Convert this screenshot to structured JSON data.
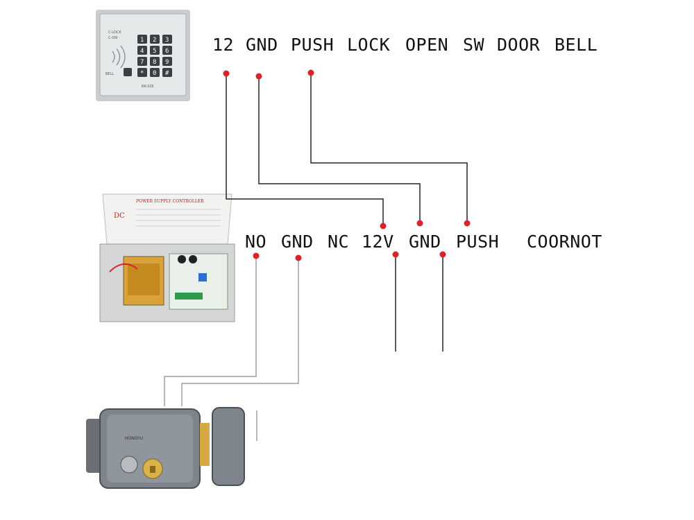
{
  "keypad": {
    "terminals": [
      "12",
      "GND",
      "PUSH",
      "LOCK",
      "OPEN",
      "SW",
      "DOOR",
      "BELL"
    ],
    "leds": [
      "C-LOCK",
      "C-ON"
    ],
    "keys": [
      "1",
      "2",
      "3",
      "4",
      "5",
      "6",
      "7",
      "8",
      "9",
      "*",
      "0",
      "#"
    ],
    "bell_label": "BELL",
    "model": "RK-105"
  },
  "power_supply": {
    "title": "POWER SUPPLY CONTROLLER",
    "logo": "DC",
    "terminals": [
      "NO",
      "GND",
      "NC",
      "12V",
      "GND",
      "PUSH",
      "COORNOT"
    ]
  },
  "lock": {
    "brand": "HONGYU"
  },
  "colors": {
    "dot": "#d8242b",
    "wire": "#222222",
    "wire_light": "#888888"
  }
}
